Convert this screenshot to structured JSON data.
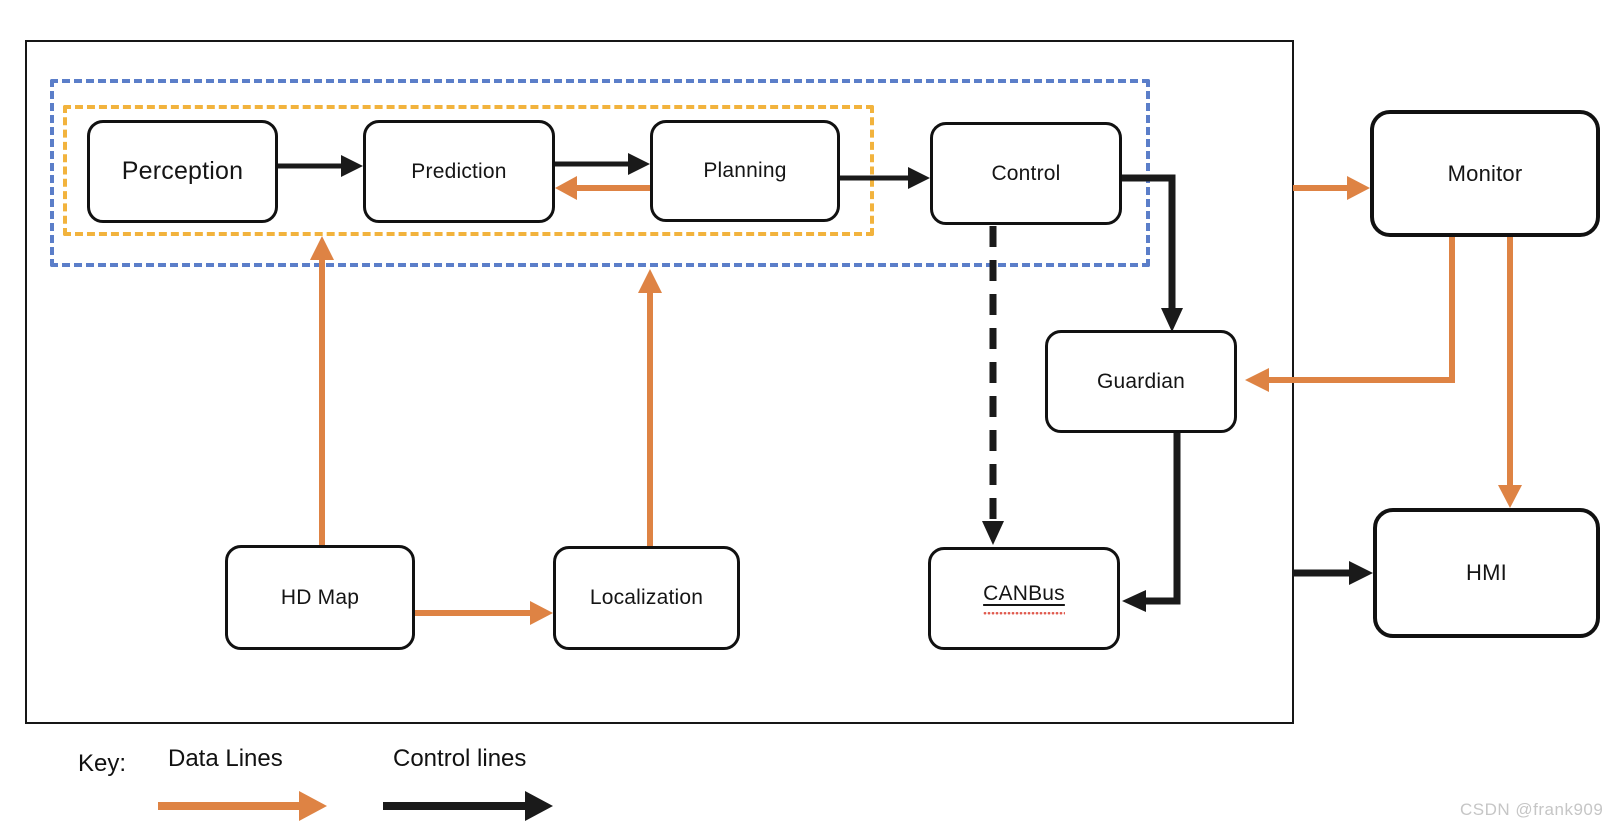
{
  "nodes": {
    "perception": "Perception",
    "prediction": "Prediction",
    "planning": "Planning",
    "control": "Control",
    "guardian": "Guardian",
    "hd_map": "HD Map",
    "localization": "Localization",
    "canbus": "CANBus",
    "monitor": "Monitor",
    "hmi": "HMI"
  },
  "key": {
    "label": "Key:",
    "data_lines": "Data Lines",
    "control_lines": "Control lines"
  },
  "watermark": "CSDN @frank909",
  "colors": {
    "data_line": "#DE8344",
    "control_line": "#1A1A1A",
    "inner_boundary": "#F2B33D",
    "outer_boundary": "#5B7EC9",
    "watermark": "#C6C6C6"
  }
}
